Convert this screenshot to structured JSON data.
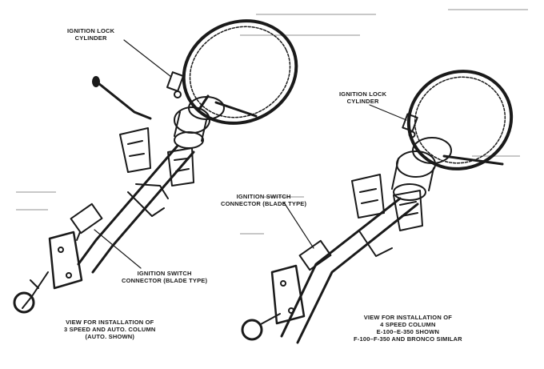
{
  "labels": {
    "left_lock": [
      "IGNITION LOCK",
      "CYLINDER"
    ],
    "right_lock": [
      "IGNITION LOCK",
      "CYLINDER"
    ],
    "mid_switch": [
      "IGNITION SWITCH",
      "CONNECTOR (BLADE TYPE)"
    ],
    "left_switch": [
      "IGNITION SWITCH",
      "CONNECTOR (BLADE TYPE)"
    ],
    "left_caption": [
      "VIEW FOR INSTALLATION OF",
      "3 SPEED AND AUTO. COLUMN",
      "(AUTO. SHOWN)"
    ],
    "right_caption": [
      "VIEW FOR INSTALLATION OF",
      "4 SPEED COLUMN",
      "E-100–E-350 SHOWN",
      "F-100–F-350 AND BRONCO SIMILAR"
    ]
  },
  "colors": {
    "ink": "#1a1a1a",
    "paper": "#ffffff",
    "bleed": "#9a9a9a"
  }
}
